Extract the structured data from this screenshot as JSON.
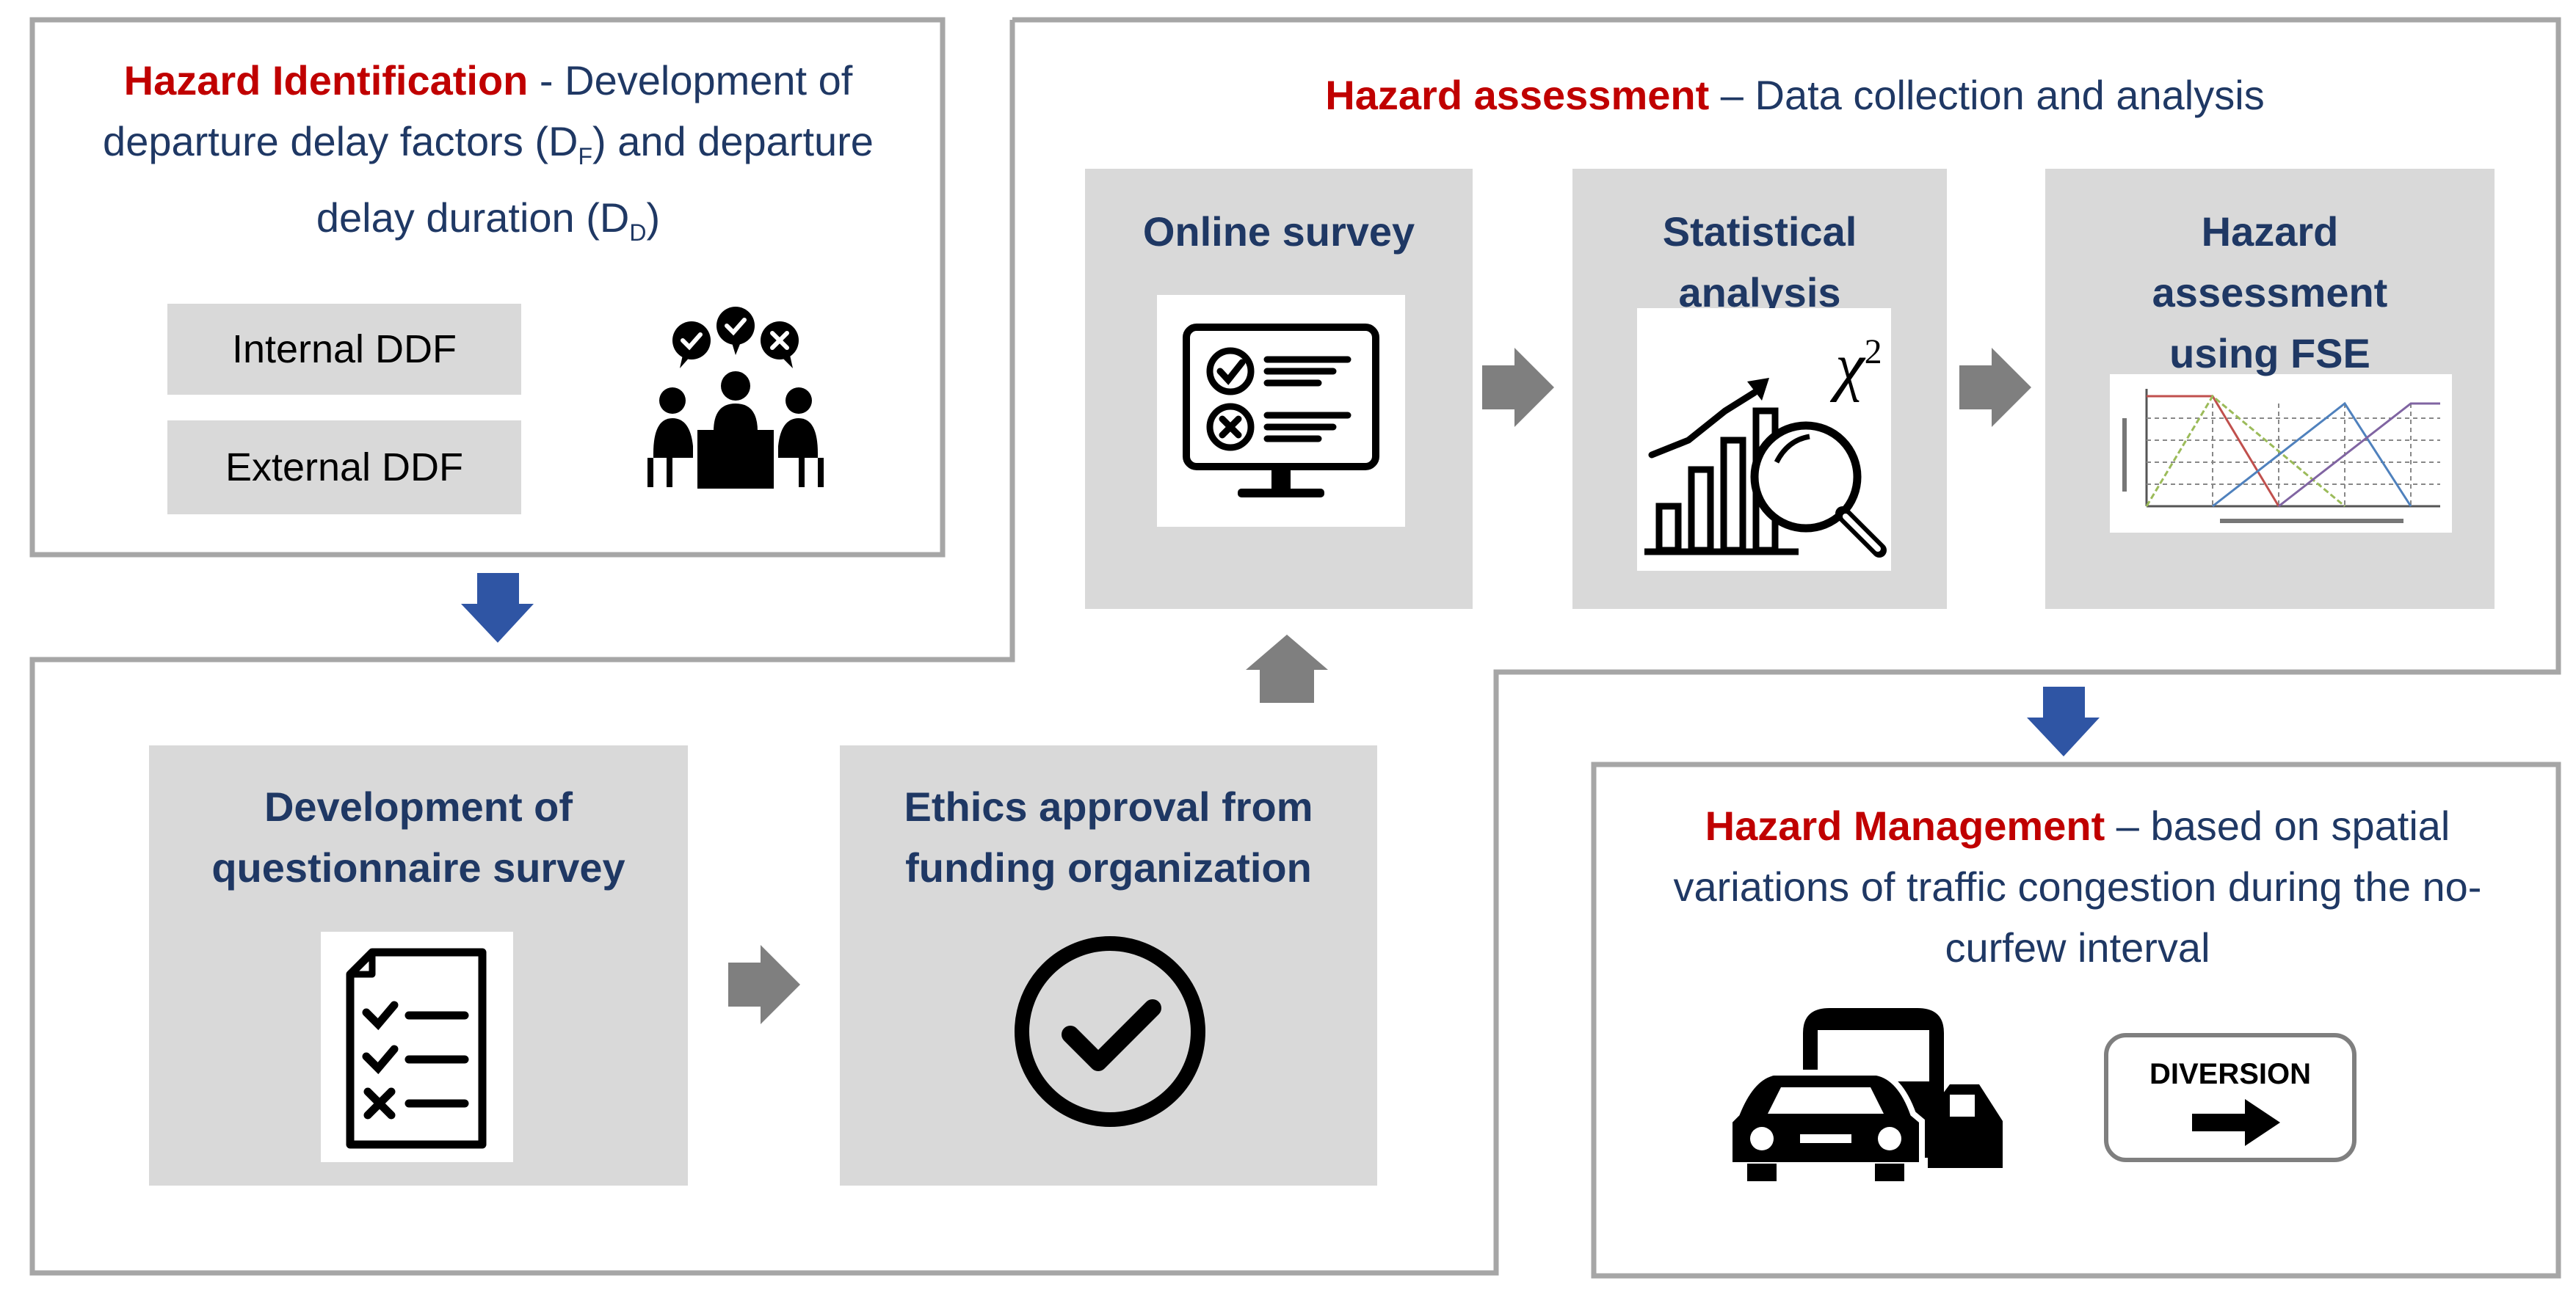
{
  "identification": {
    "highlight": "Hazard Identification",
    "rest_line1": " - Development of",
    "line2": "departure delay factors (D",
    "sub_f": "F",
    "line2_end": ") and departure",
    "line3": "delay duration (D",
    "sub_d": "D",
    "line3_end": ")",
    "tags": [
      "Internal DDF",
      "External DDF"
    ]
  },
  "assessment": {
    "highlight": "Hazard assessment",
    "rest": " – Data collection and analysis",
    "steps": [
      {
        "line1": "Online survey",
        "line2": ""
      },
      {
        "line1": "Statistical",
        "line2": "analysis",
        "symbol": "χ",
        "exponent": "2"
      },
      {
        "line1": "Hazard",
        "line2": "assessment",
        "line3": "using FSE"
      }
    ]
  },
  "preparation": {
    "steps": [
      {
        "line1": "Development of",
        "line2": "questionnaire survey"
      },
      {
        "line1": "Ethics approval from",
        "line2": "funding organization"
      }
    ]
  },
  "management": {
    "highlight": "Hazard Management",
    "rest_line1": " – based on spatial",
    "line2": "variations of traffic congestion during the no-",
    "line3": "curfew interval",
    "sign_text": "DIVERSION"
  },
  "icons": {
    "meeting": "meeting-people-icon",
    "survey": "online-survey-monitor-icon",
    "stats": "bar-chart-magnifier-icon",
    "fse": "fuzzy-membership-chart-icon",
    "checklist": "checklist-document-icon",
    "approval": "check-circle-icon",
    "traffic": "traffic-vehicles-icon",
    "diversion": "diversion-sign-icon"
  },
  "colors": {
    "highlight": "#c00000",
    "title": "#1f3864",
    "box": "#d9d9d9",
    "frame": "#a6a6a6",
    "flow_arrow": "#2f55a4",
    "step_arrow": "#7f7f7f"
  }
}
